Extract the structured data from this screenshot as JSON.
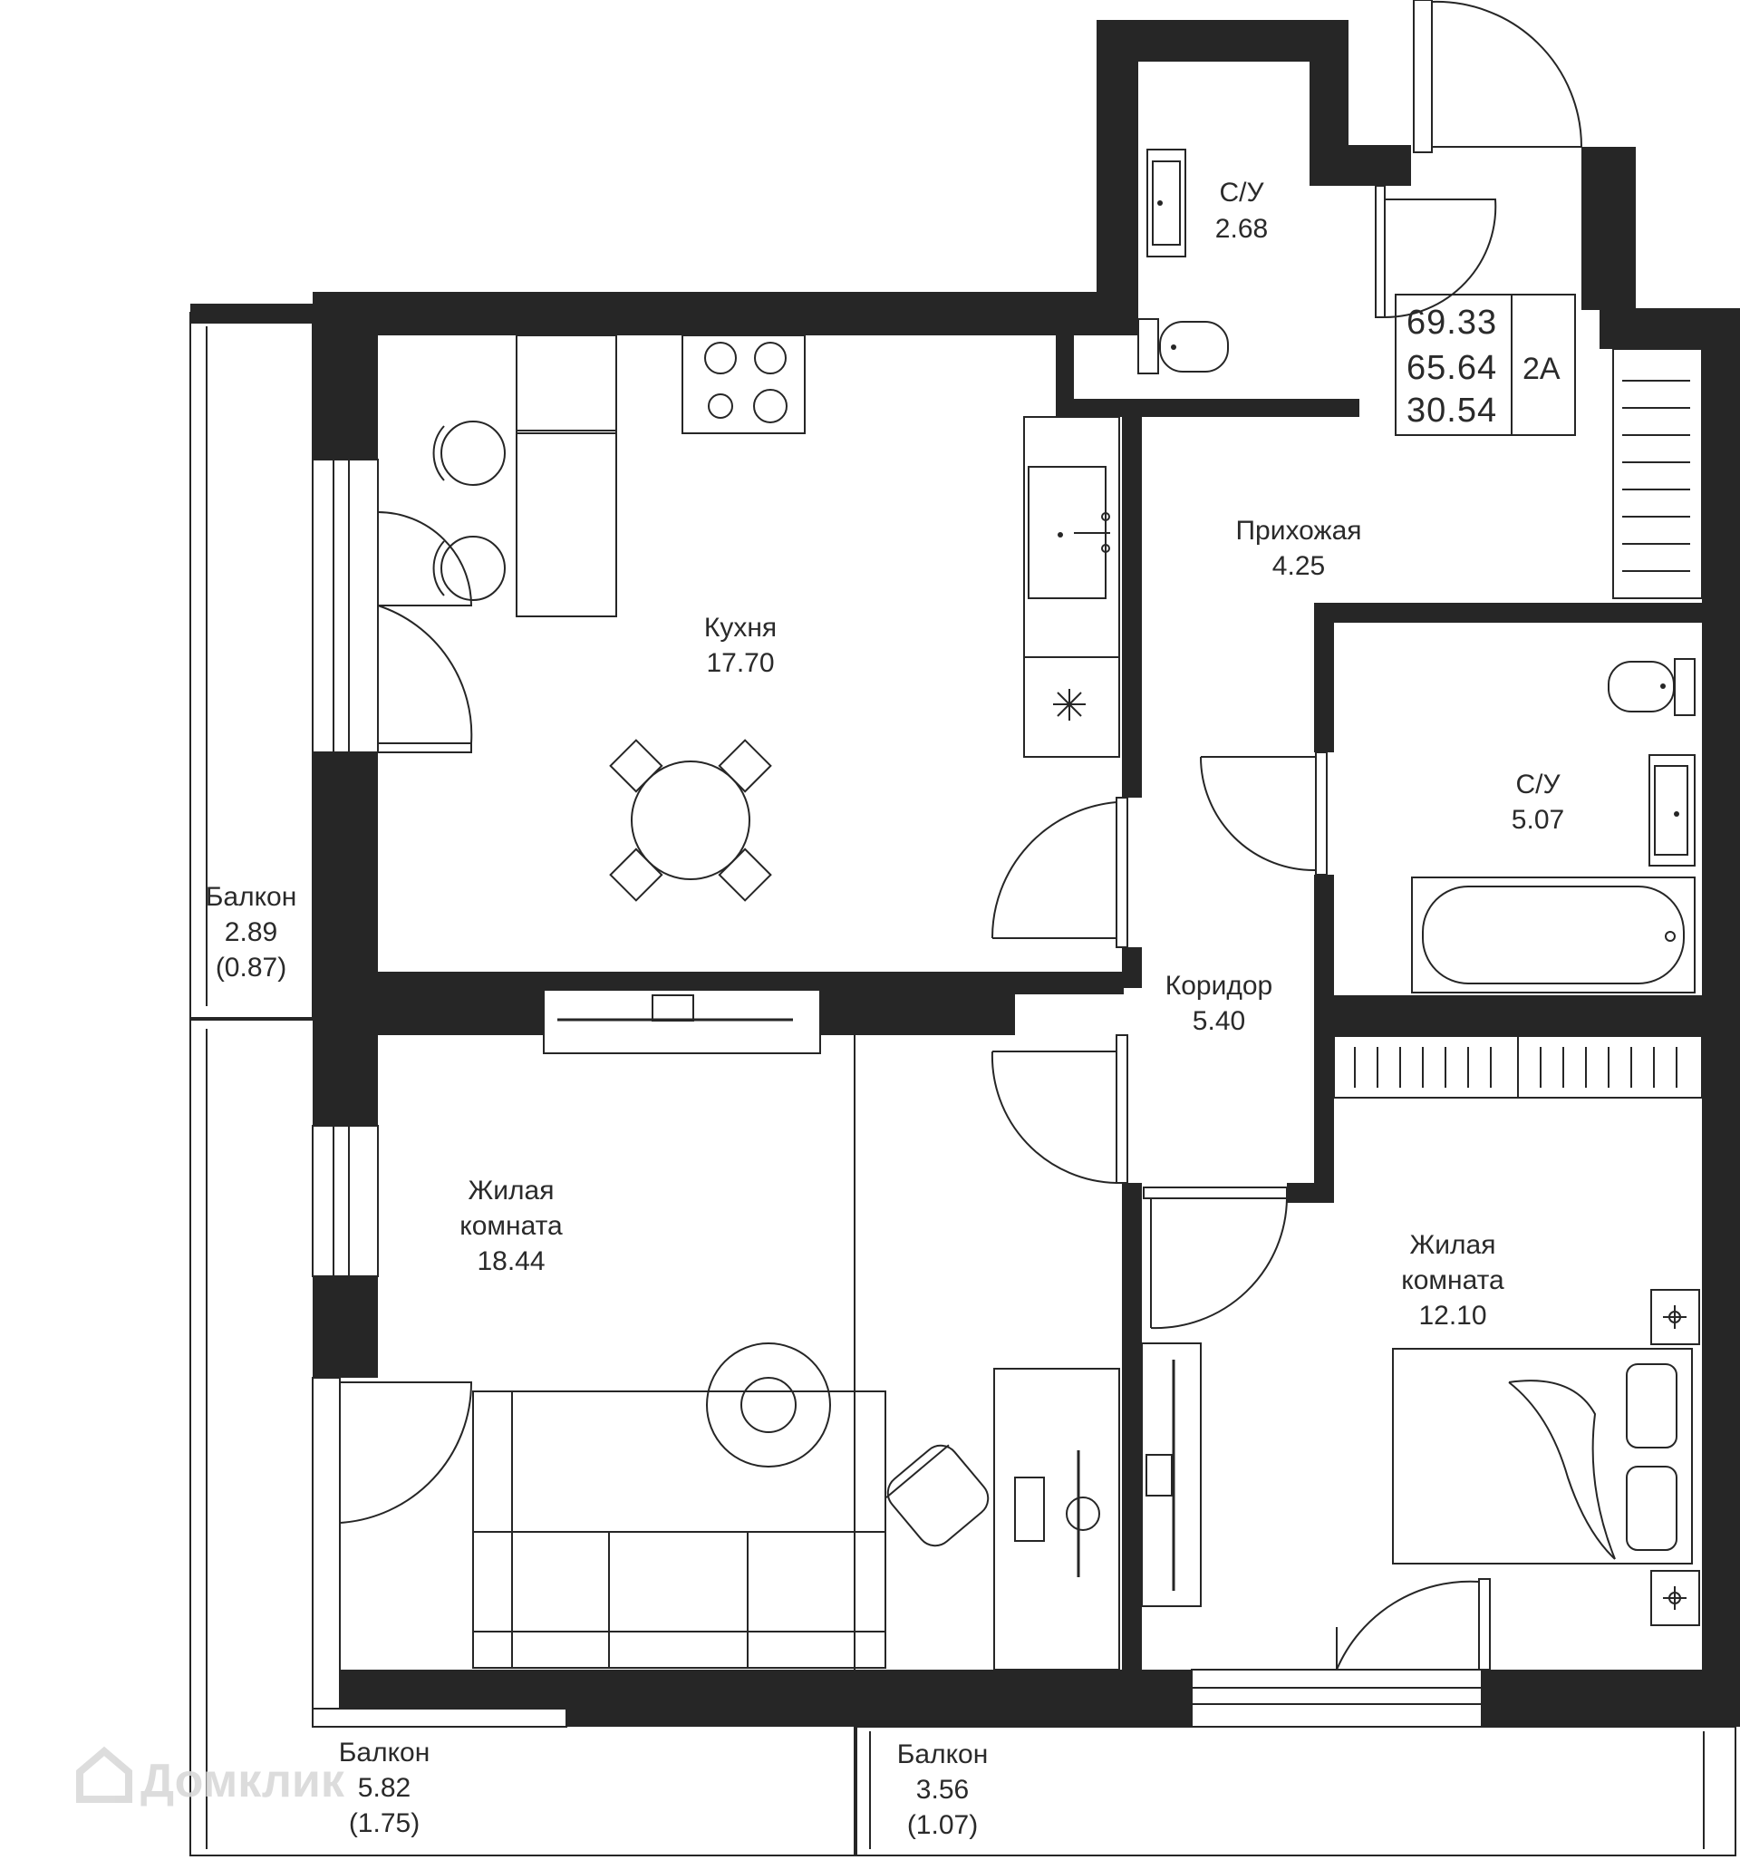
{
  "summary": {
    "total_area": "69.33",
    "living_area_with_balconies": "65.64",
    "living_rooms_area": "30.54",
    "apartment_type": "2A"
  },
  "rooms": {
    "bathroom_small": {
      "name": "С/У",
      "area": "2.68"
    },
    "hallway": {
      "name": "Прихожая",
      "area": "4.25"
    },
    "kitchen": {
      "name": "Кухня",
      "area": "17.70"
    },
    "bathroom_large": {
      "name": "С/У",
      "area": "5.07"
    },
    "corridor": {
      "name": "Коридор",
      "area": "5.40"
    },
    "living_room_large": {
      "name_line1": "Жилая",
      "name_line2": "комната",
      "area": "18.44"
    },
    "living_room_small": {
      "name_line1": "Жилая",
      "name_line2": "комната",
      "area": "12.10"
    },
    "balcony_kitchen": {
      "name": "Балкон",
      "area": "2.89",
      "reduced_area": "(0.87)"
    },
    "balcony_living": {
      "name": "Балкон",
      "area": "5.82",
      "reduced_area": "(1.75)"
    },
    "balcony_bedroom": {
      "name": "Балкон",
      "area": "3.56",
      "reduced_area": "(1.07)"
    }
  },
  "watermark": {
    "text": "Домклик",
    "icon": "house-logo-icon"
  }
}
